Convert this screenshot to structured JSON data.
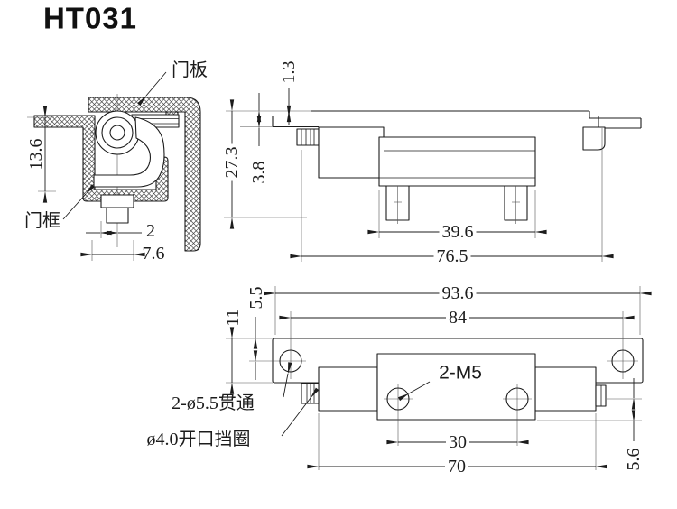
{
  "title": "HT031",
  "colors": {
    "line": "#1c1c1c",
    "thin_line": "#555555",
    "background": "#ffffff"
  },
  "views": {
    "section": {
      "door_panel_label": "门板",
      "door_frame_label": "门框",
      "dim_frame_height": "13.6",
      "dim_center_offset": "2",
      "dim_bolt_width": "7.6"
    },
    "side": {
      "dim_plate_thickness": "1.3",
      "dim_collar_height": "3.8",
      "dim_total_height": "27.3",
      "dim_stud_span": "39.6",
      "dim_body_span": "76.5"
    },
    "front": {
      "dim_overall_length": "93.6",
      "dim_hole_spacing": "84",
      "dim_hole_offset": "5.5",
      "dim_plate_width": "11",
      "dim_thread_spacing": "30",
      "dim_body_length": "70",
      "dim_right_offset": "5.6",
      "thread_callout": "2-M5",
      "through_hole_callout": "2-ø5.5贯通",
      "retaining_ring_callout": "ø4.0开口挡圈"
    }
  }
}
